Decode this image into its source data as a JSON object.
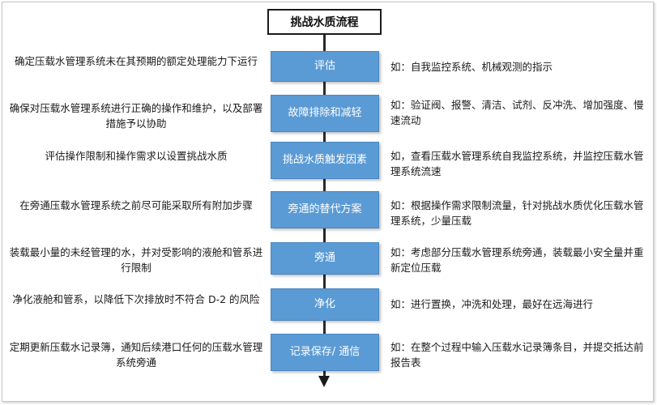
{
  "title": "挑战水质流程",
  "steps": [
    {
      "label": "评估",
      "left": "确定压载水管理系统未在其预期的额定处理能力下运行",
      "right": "如：自我监控系统、机械观测的指示"
    },
    {
      "label": "故障排除和减轻",
      "left": "确保对压载水管理系统进行正确的操作和维护，以及部署措施予以协助",
      "right": "如：验证阀、报警、清洁、试剂、反冲洗、增加强度、慢速流动"
    },
    {
      "label": "挑战水质触发因素",
      "left": "评估操作限制和操作需求以设置挑战水质",
      "right": "如，查看压载水管理系统自我监控系统，并监控压载水管理系统流速"
    },
    {
      "label": "旁通的替代方案",
      "left": "在旁通压载水管理系统之前尽可能采取所有附加步骤",
      "right": "如：根据操作需求限制流量，针对挑战水质优化压载水管理系统，少量压载"
    },
    {
      "label": "旁通",
      "left": "装载最小量的未经管理的水，并对受影响的液舱和管系进行限制",
      "right": "如：考虑部分压载水管理系统旁通，装载最小安全量并重新定位压载"
    },
    {
      "label": "净化",
      "left": "净化液舱和管系，以降低下次排放时不符合 D-2 的风险",
      "right": "如：进行置换，冲洗和处理，最好在远海进行"
    },
    {
      "label": "记录保存/ 通信",
      "left": "定期更新压载水记录簿，通知后续港口任何的压载水管理系统旁通",
      "right": "如：在整个过程中输入压载水记录簿条目，并提交抵达前报告表"
    }
  ]
}
